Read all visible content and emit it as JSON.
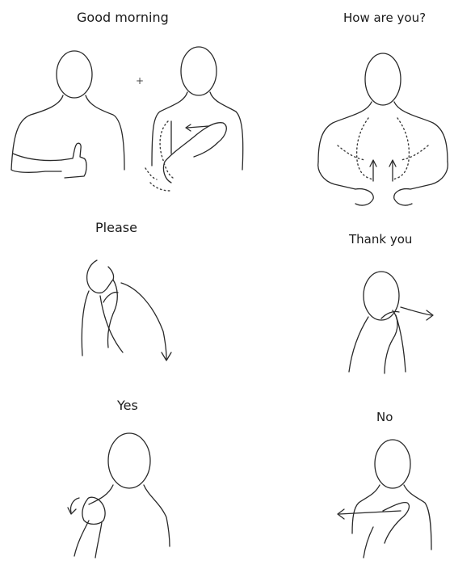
{
  "signs": [
    {
      "id": "good-morning",
      "label": "Good morning"
    },
    {
      "id": "how-are-you",
      "label": "How are you?"
    },
    {
      "id": "please",
      "label": "Please"
    },
    {
      "id": "thank-you",
      "label": "Thank you"
    },
    {
      "id": "yes",
      "label": "Yes"
    },
    {
      "id": "no",
      "label": "No"
    }
  ],
  "combine_symbol": "+",
  "colors": {
    "ink": "#2a2a2a",
    "background": "#ffffff"
  }
}
